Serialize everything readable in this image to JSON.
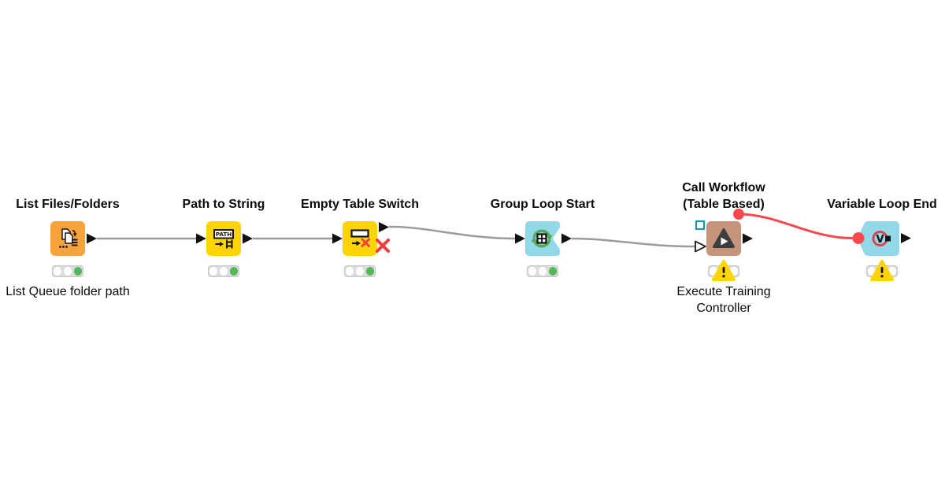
{
  "canvas": {
    "background": "#ffffff"
  },
  "colors": {
    "source_orange": "#f6a33e",
    "manipulator_yellow": "#ffd407",
    "loop_cyan": "#92d8e9",
    "workflow_brown": "#c6937b",
    "connection_gray": "#9b9b9b",
    "flow_variable_red": "#f9494c",
    "inactive_port_red": "#ee3d40",
    "optional_workflow_port_teal": "#1d96a6",
    "port_black": "#111111",
    "status_green": "#52b85a",
    "warning_yellow": "#ffd50a",
    "traffic_light_gray": "#dcdcdc"
  },
  "nodes": [
    {
      "title": "List Files/Folders",
      "annotation": "List Queue folder path",
      "color": "#f6a33e",
      "status": "executed",
      "ports": {
        "inputs": [],
        "outputs": [
          "data"
        ]
      }
    },
    {
      "title": "Path to String",
      "annotation": "",
      "icon_text": "PATH",
      "color": "#ffd407",
      "status": "executed",
      "ports": {
        "inputs": [
          "data"
        ],
        "outputs": [
          "data"
        ]
      }
    },
    {
      "title": "Empty Table Switch",
      "annotation": "",
      "color": "#ffd407",
      "status": "executed",
      "ports": {
        "inputs": [
          "data"
        ],
        "outputs": [
          "data active",
          "data inactive"
        ]
      }
    },
    {
      "title": "Group Loop Start",
      "annotation": "",
      "color": "#92d8e9",
      "status": "executed",
      "ports": {
        "inputs": [
          "data"
        ],
        "outputs": [
          "data"
        ]
      }
    },
    {
      "title": "Call Workflow (Table Based)",
      "annotation": "Execute Training Controller",
      "color": "#c6937b",
      "status": "warning",
      "ports": {
        "inputs": [
          "workflow optional",
          "data optional"
        ],
        "outputs": [
          "data",
          "flow-variable"
        ]
      }
    },
    {
      "title": "Variable Loop End",
      "annotation": "",
      "icon_text": "V",
      "color": "#92d8e9",
      "status": "warning",
      "ports": {
        "inputs": [
          "flow-variable"
        ],
        "outputs": [
          "data"
        ]
      }
    }
  ],
  "connections": [
    {
      "from": "List Files/Folders",
      "to": "Path to String",
      "type": "data"
    },
    {
      "from": "Path to String",
      "to": "Empty Table Switch",
      "type": "data"
    },
    {
      "from": "Empty Table Switch",
      "to": "Group Loop Start",
      "type": "data"
    },
    {
      "from": "Group Loop Start",
      "to": "Call Workflow (Table Based)",
      "type": "data"
    },
    {
      "from": "Call Workflow (Table Based)",
      "to": "Variable Loop End",
      "type": "flow-variable"
    }
  ]
}
